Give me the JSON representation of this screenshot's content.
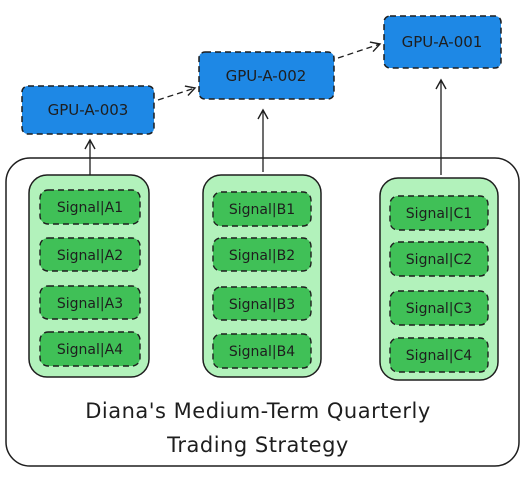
{
  "gpus": [
    {
      "id": "gpu-3",
      "label": "GPU-A-003"
    },
    {
      "id": "gpu-2",
      "label": "GPU-A-002"
    },
    {
      "id": "gpu-1",
      "label": "GPU-A-001"
    }
  ],
  "groups": [
    {
      "id": "group-a",
      "signals": [
        "Signal|A1",
        "Signal|A2",
        "Signal|A3",
        "Signal|A4"
      ]
    },
    {
      "id": "group-b",
      "signals": [
        "Signal|B1",
        "Signal|B2",
        "Signal|B3",
        "Signal|B4"
      ]
    },
    {
      "id": "group-c",
      "signals": [
        "Signal|C1",
        "Signal|C2",
        "Signal|C3",
        "Signal|C4"
      ]
    }
  ],
  "strategy": {
    "title_line1": "Diana's Medium-Term Quarterly",
    "title_line2": "Trading Strategy"
  },
  "colors": {
    "gpu_fill": "#1e88e5",
    "group_fill": "#b2f2bb",
    "signal_fill": "#40c057",
    "stroke": "#1e1e1e",
    "background": "#ffffff"
  }
}
